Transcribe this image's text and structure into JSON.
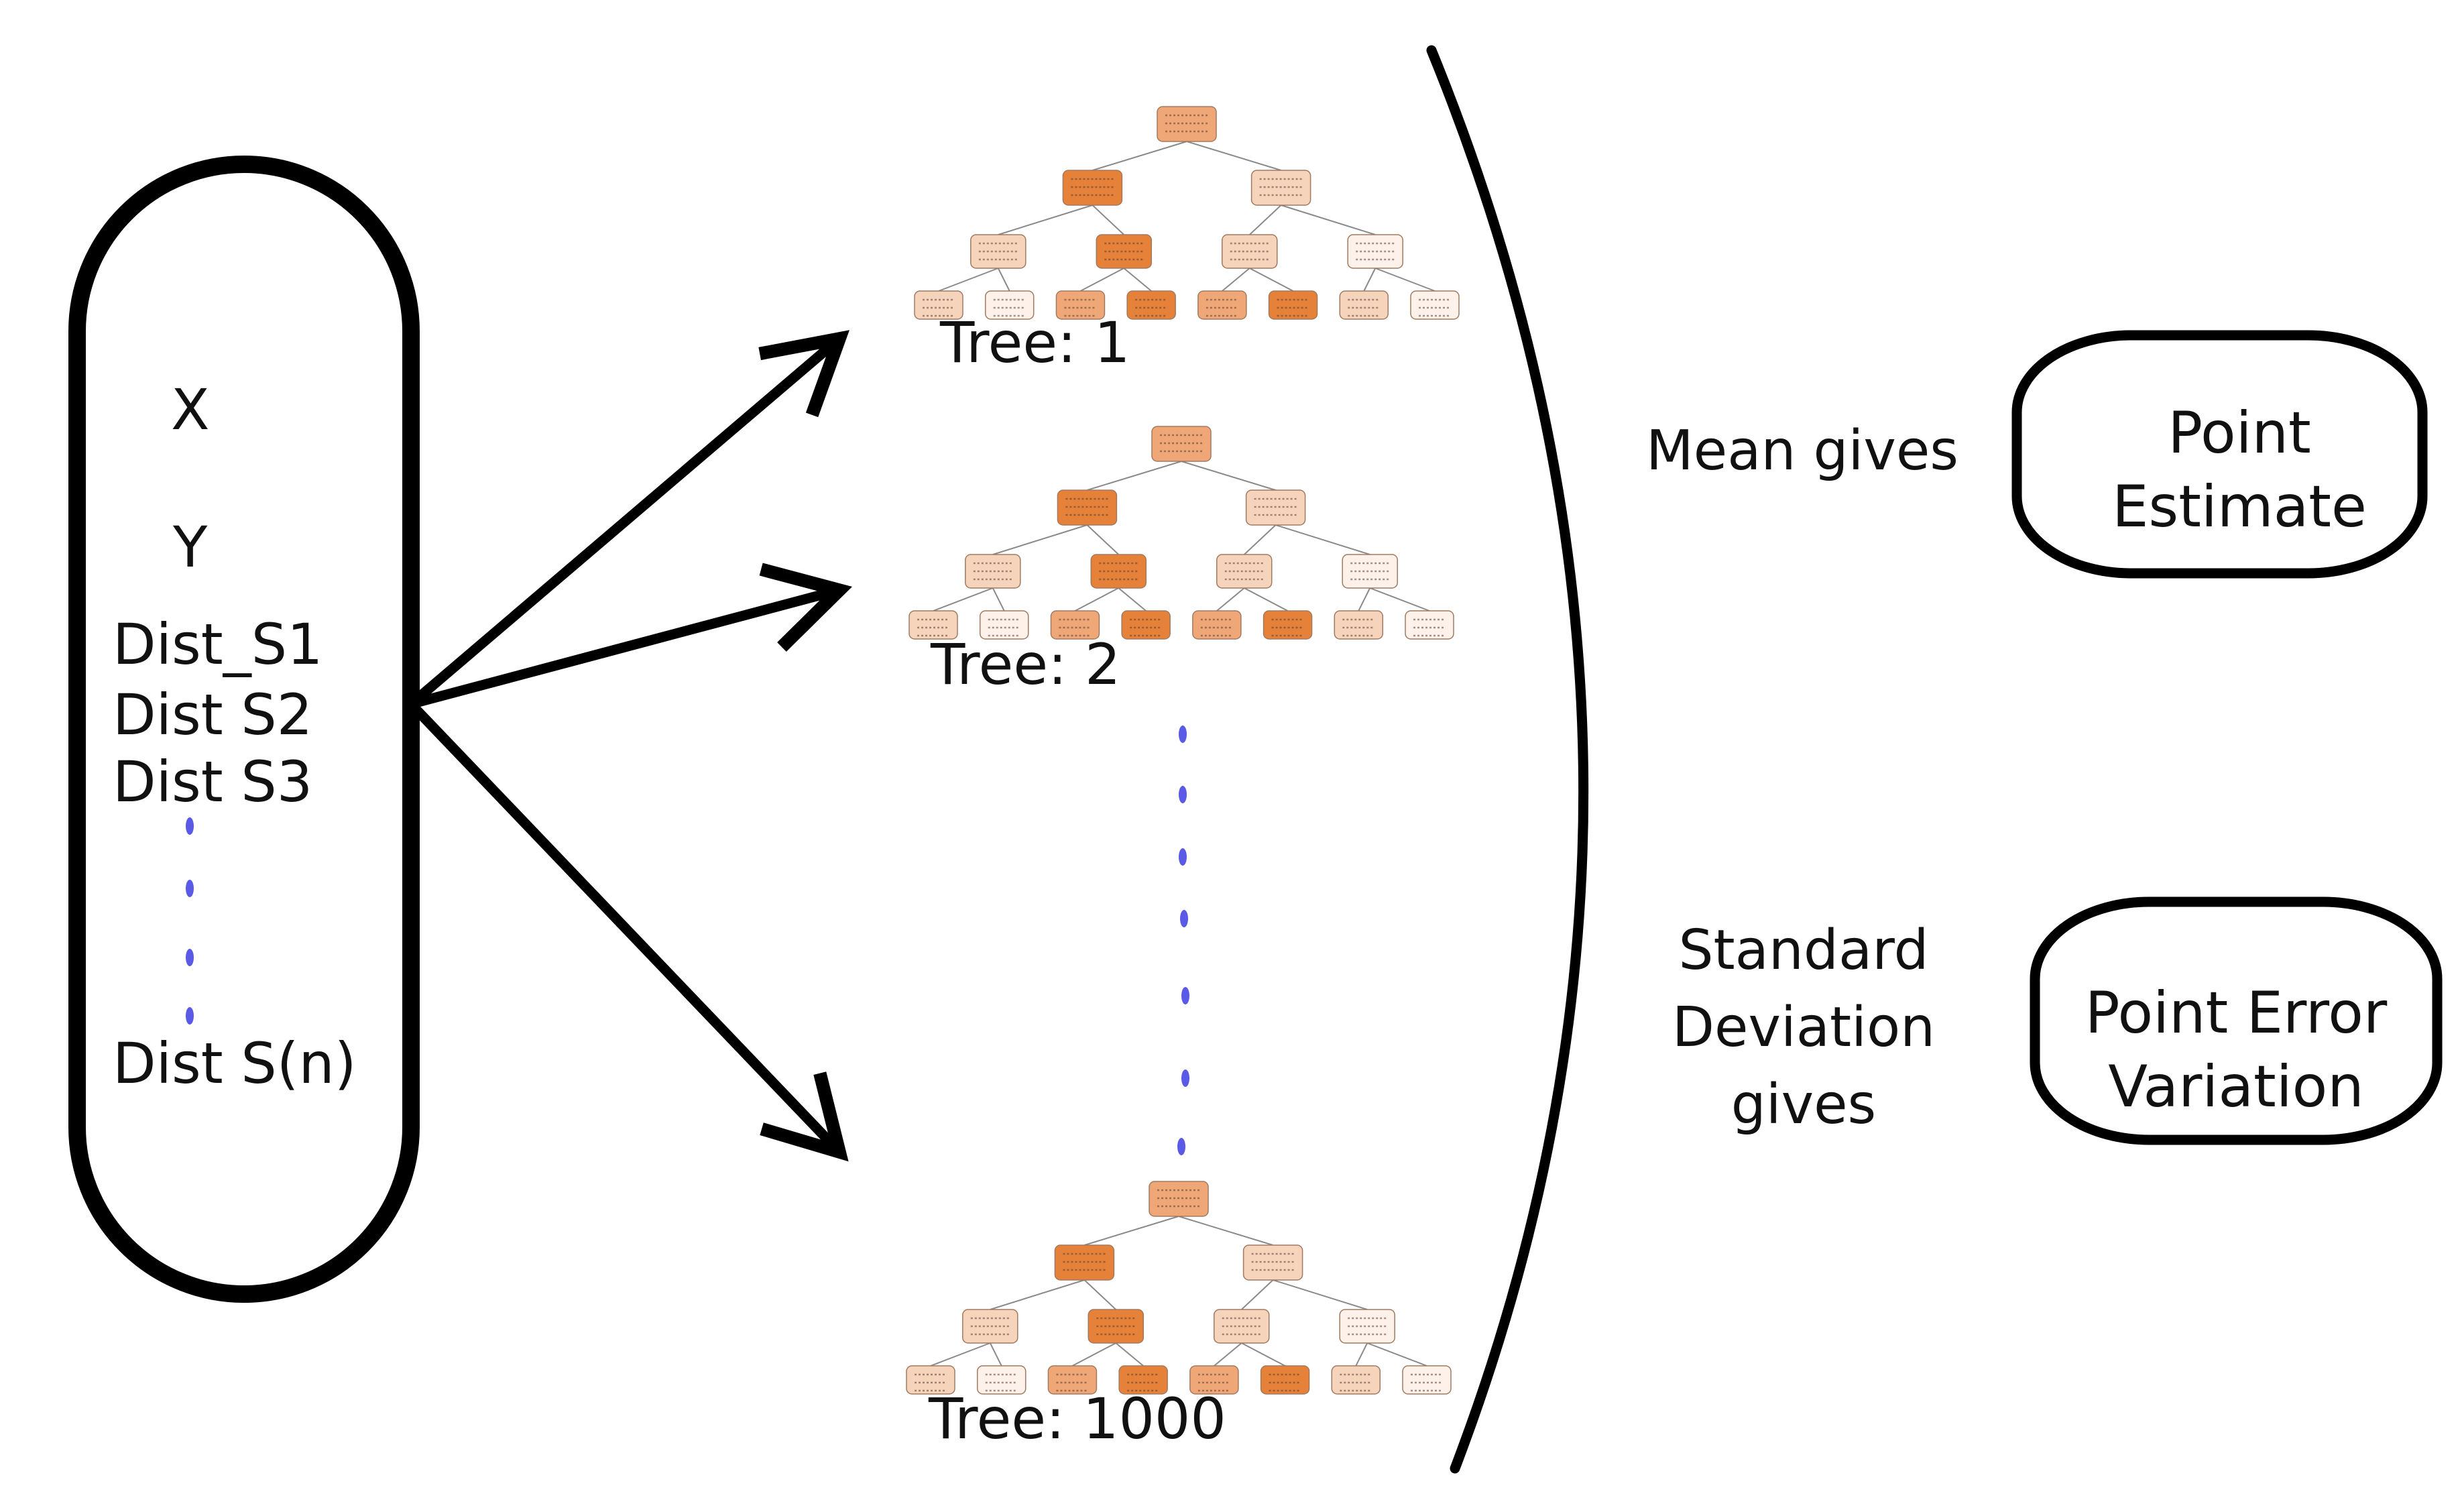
{
  "features": {
    "x": "X",
    "y": "Y",
    "d1": "Dist_S1",
    "d2": "Dist S2",
    "d3": "Dist S3",
    "dn": "Dist S(n)"
  },
  "trees": {
    "t1": "Tree: 1",
    "t2": "Tree: 2",
    "tn": "Tree: 1000"
  },
  "aggregation": {
    "mean_label": "Mean gives",
    "sd_line1": "Standard",
    "sd_line2": "Deviation",
    "sd_line3": "gives"
  },
  "outputs": {
    "point_line1": "Point",
    "point_line2": "Estimate",
    "error_line1": "Point Error",
    "error_line2": "Variation"
  },
  "colors": {
    "stroke": "#000000",
    "dots": "#5a5ae6",
    "node_dark": "#e58139",
    "node_mid": "#efa777",
    "node_light": "#f6d3bb",
    "node_pale": "#fdf1ea"
  }
}
